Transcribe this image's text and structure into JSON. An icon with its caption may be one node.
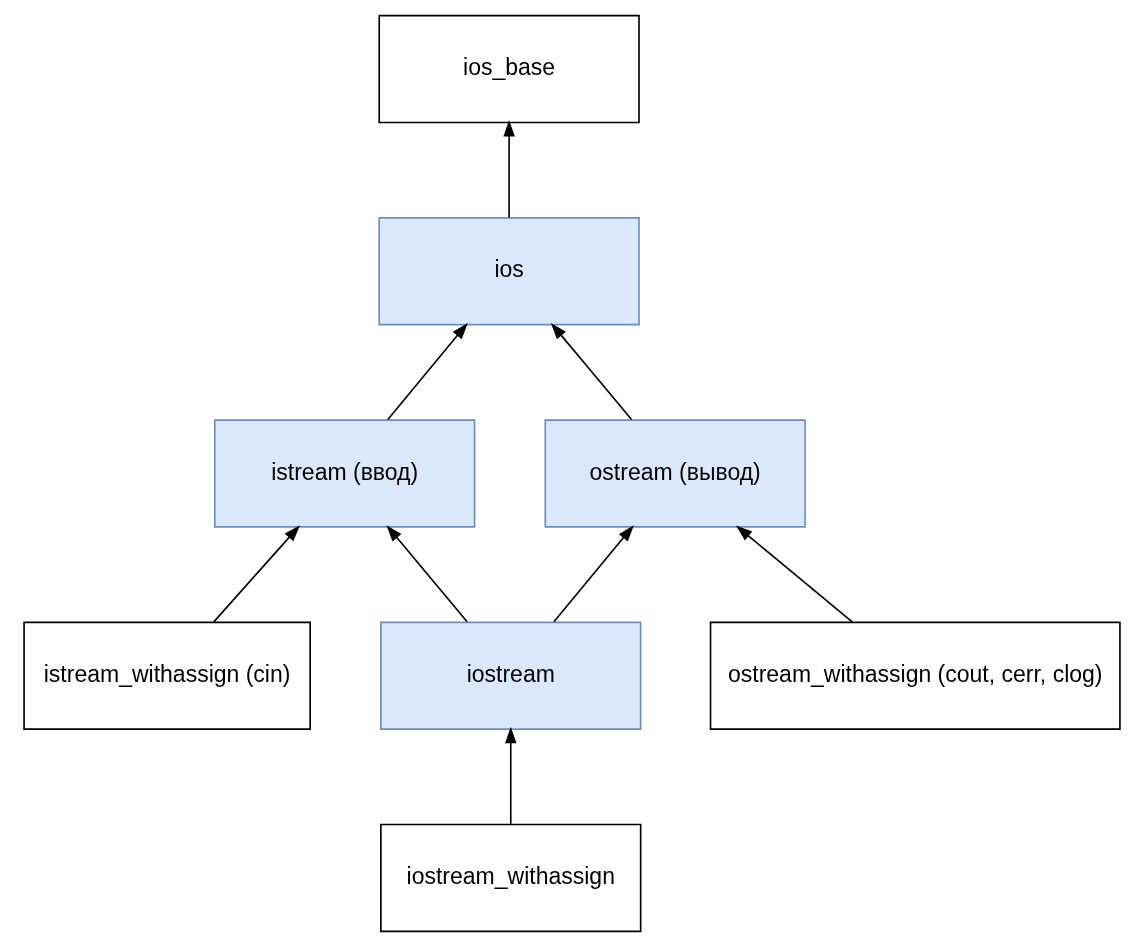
{
  "diagram": {
    "nodes": [
      {
        "text": [
          "ios_base"
        ]
      },
      {
        "text": [
          "ios"
        ]
      },
      {
        "text": [
          "istream (ввод)"
        ]
      },
      {
        "text": [
          "ostream (вывод)"
        ]
      },
      {
        "text": [
          "istream_withassign (cin)"
        ]
      },
      {
        "text": [
          "iostream"
        ]
      },
      {
        "text": [
          "ostream_withassign (cout, cerr, clog)"
        ]
      },
      {
        "text": [
          "iostream_withassign"
        ]
      }
    ],
    "edges": [
      {
        "from": 1,
        "to": 0,
        "arrow": "to"
      },
      {
        "from": 2,
        "to": 1,
        "arrow": "to"
      },
      {
        "from": 3,
        "to": 1,
        "arrow": "to"
      },
      {
        "from": 4,
        "to": 2,
        "arrow": "to"
      },
      {
        "from": 5,
        "to": 2,
        "arrow": "to"
      },
      {
        "from": 5,
        "to": 3,
        "arrow": "to"
      },
      {
        "from": 6,
        "to": 3,
        "arrow": "to"
      },
      {
        "from": 7,
        "to": 5,
        "arrow": "to"
      }
    ]
  }
}
